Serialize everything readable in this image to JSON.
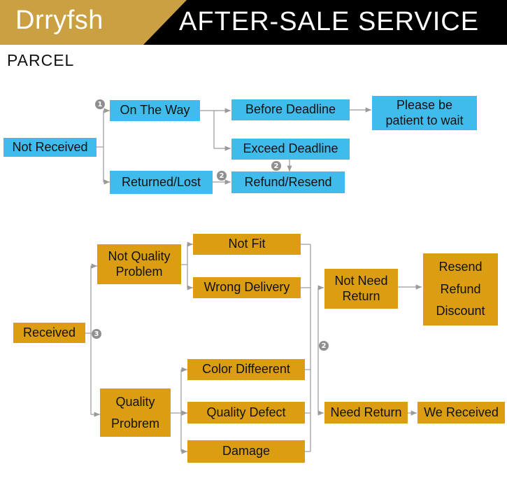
{
  "header": {
    "brand": "Drryfsh",
    "title": "AFTER-SALE SERVICE"
  },
  "section_label": "PARCEL",
  "parcel_flow": {
    "not_received": "Not Received",
    "on_the_way": "On The Way",
    "before_deadline": "Before Deadline",
    "please_wait": "Please be patient to wait",
    "exceed_deadline": "Exceed Deadline",
    "returned_lost": "Returned/Lost",
    "refund_resend": "Refund/Resend"
  },
  "received_flow": {
    "received": "Received",
    "not_quality_problem": "Not Quality Problem",
    "quality_problem": "Quality Probrem",
    "not_fit": "Not Fit",
    "wrong_delivery": "Wrong Delivery",
    "color_different": "Color Diffeerent",
    "quality_defect": "Quality Defect",
    "damage": "Damage",
    "not_need_return": "Not Need Return",
    "need_return": "Need Return",
    "we_received": "We Received",
    "outcomes": [
      "Resend",
      "Refund",
      "Discount"
    ]
  },
  "badges": {
    "one": "1",
    "two": "2",
    "three": "3"
  },
  "colors": {
    "blue": "#3fbcec",
    "gold": "#db9d12",
    "brand_band": "#caa043",
    "connector": "#9a9a9a"
  }
}
